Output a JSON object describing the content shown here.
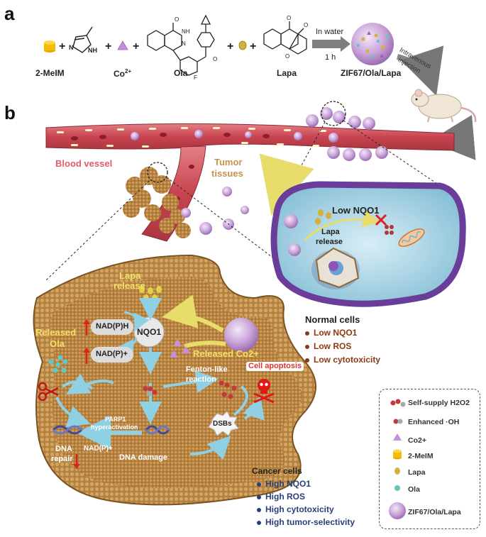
{
  "panel_a": {
    "label": "a",
    "reagents": [
      "2-MeIM",
      "Co2+",
      "Ola",
      "Lapa"
    ],
    "co_sup": "2+",
    "arrow_top": "In water",
    "arrow_bottom": "1 h",
    "product": "ZIF67/Ola/Lapa",
    "injection": [
      "Intravenous",
      "injection"
    ]
  },
  "panel_b": {
    "label": "b",
    "blood_vessel": "Blood vessel",
    "tumor_tissues": [
      "Tumor",
      "tissues"
    ],
    "normal_cell": {
      "low_nqo1": "Low NQO1",
      "lapa_release": [
        "Lapa",
        "release"
      ]
    },
    "cancer_cell": {
      "lapa_release": [
        "Lapa",
        "release"
      ],
      "nadph": "NAD(P)H",
      "nadp_plus": "NAD(P)+",
      "nqo1": "NQO1",
      "released_ola": [
        "Released",
        "Ola"
      ],
      "released_co": "Released Co2+",
      "fenton": [
        "Fenton-like",
        "reaction"
      ],
      "cell_apoptosis": "Cell apoptosis",
      "parp1": [
        "PARP1",
        "hyperactivation"
      ],
      "nadp_low": "NAD(P)+",
      "dna_damage": "DNA damage",
      "dna_repair": [
        "DNA",
        "repair"
      ],
      "dsbs": "DSBs"
    },
    "normal_cells_list": {
      "title": "Normal cells",
      "items": [
        "Low NQO1",
        "Low ROS",
        "Low cytotoxicity"
      ]
    },
    "cancer_cells_list": {
      "title": "Cancer cells",
      "items": [
        "High NQO1",
        "High ROS",
        "High cytotoxicity",
        "High tumor-selectivity"
      ]
    },
    "legend": {
      "items": [
        "Self-supply H2O2",
        "Enhanced ·OH",
        "Co2+",
        "2-MeIM",
        "Lapa",
        "Ola",
        "ZIF67/Ola/Lapa"
      ]
    }
  },
  "colors": {
    "vessel": "#c8434f",
    "tumor_sphere": "#c8914a",
    "cell_membrane": "#6a3d9a",
    "cell_interior": "#a9d7e8",
    "cancer_body": "#b98a4a",
    "nanoparticle": "#c9a4d8",
    "inhibition": "#e02020",
    "red_text": "#e33030",
    "normal_list": "#8a3a10",
    "cancer_list": "#2a3f7a"
  }
}
